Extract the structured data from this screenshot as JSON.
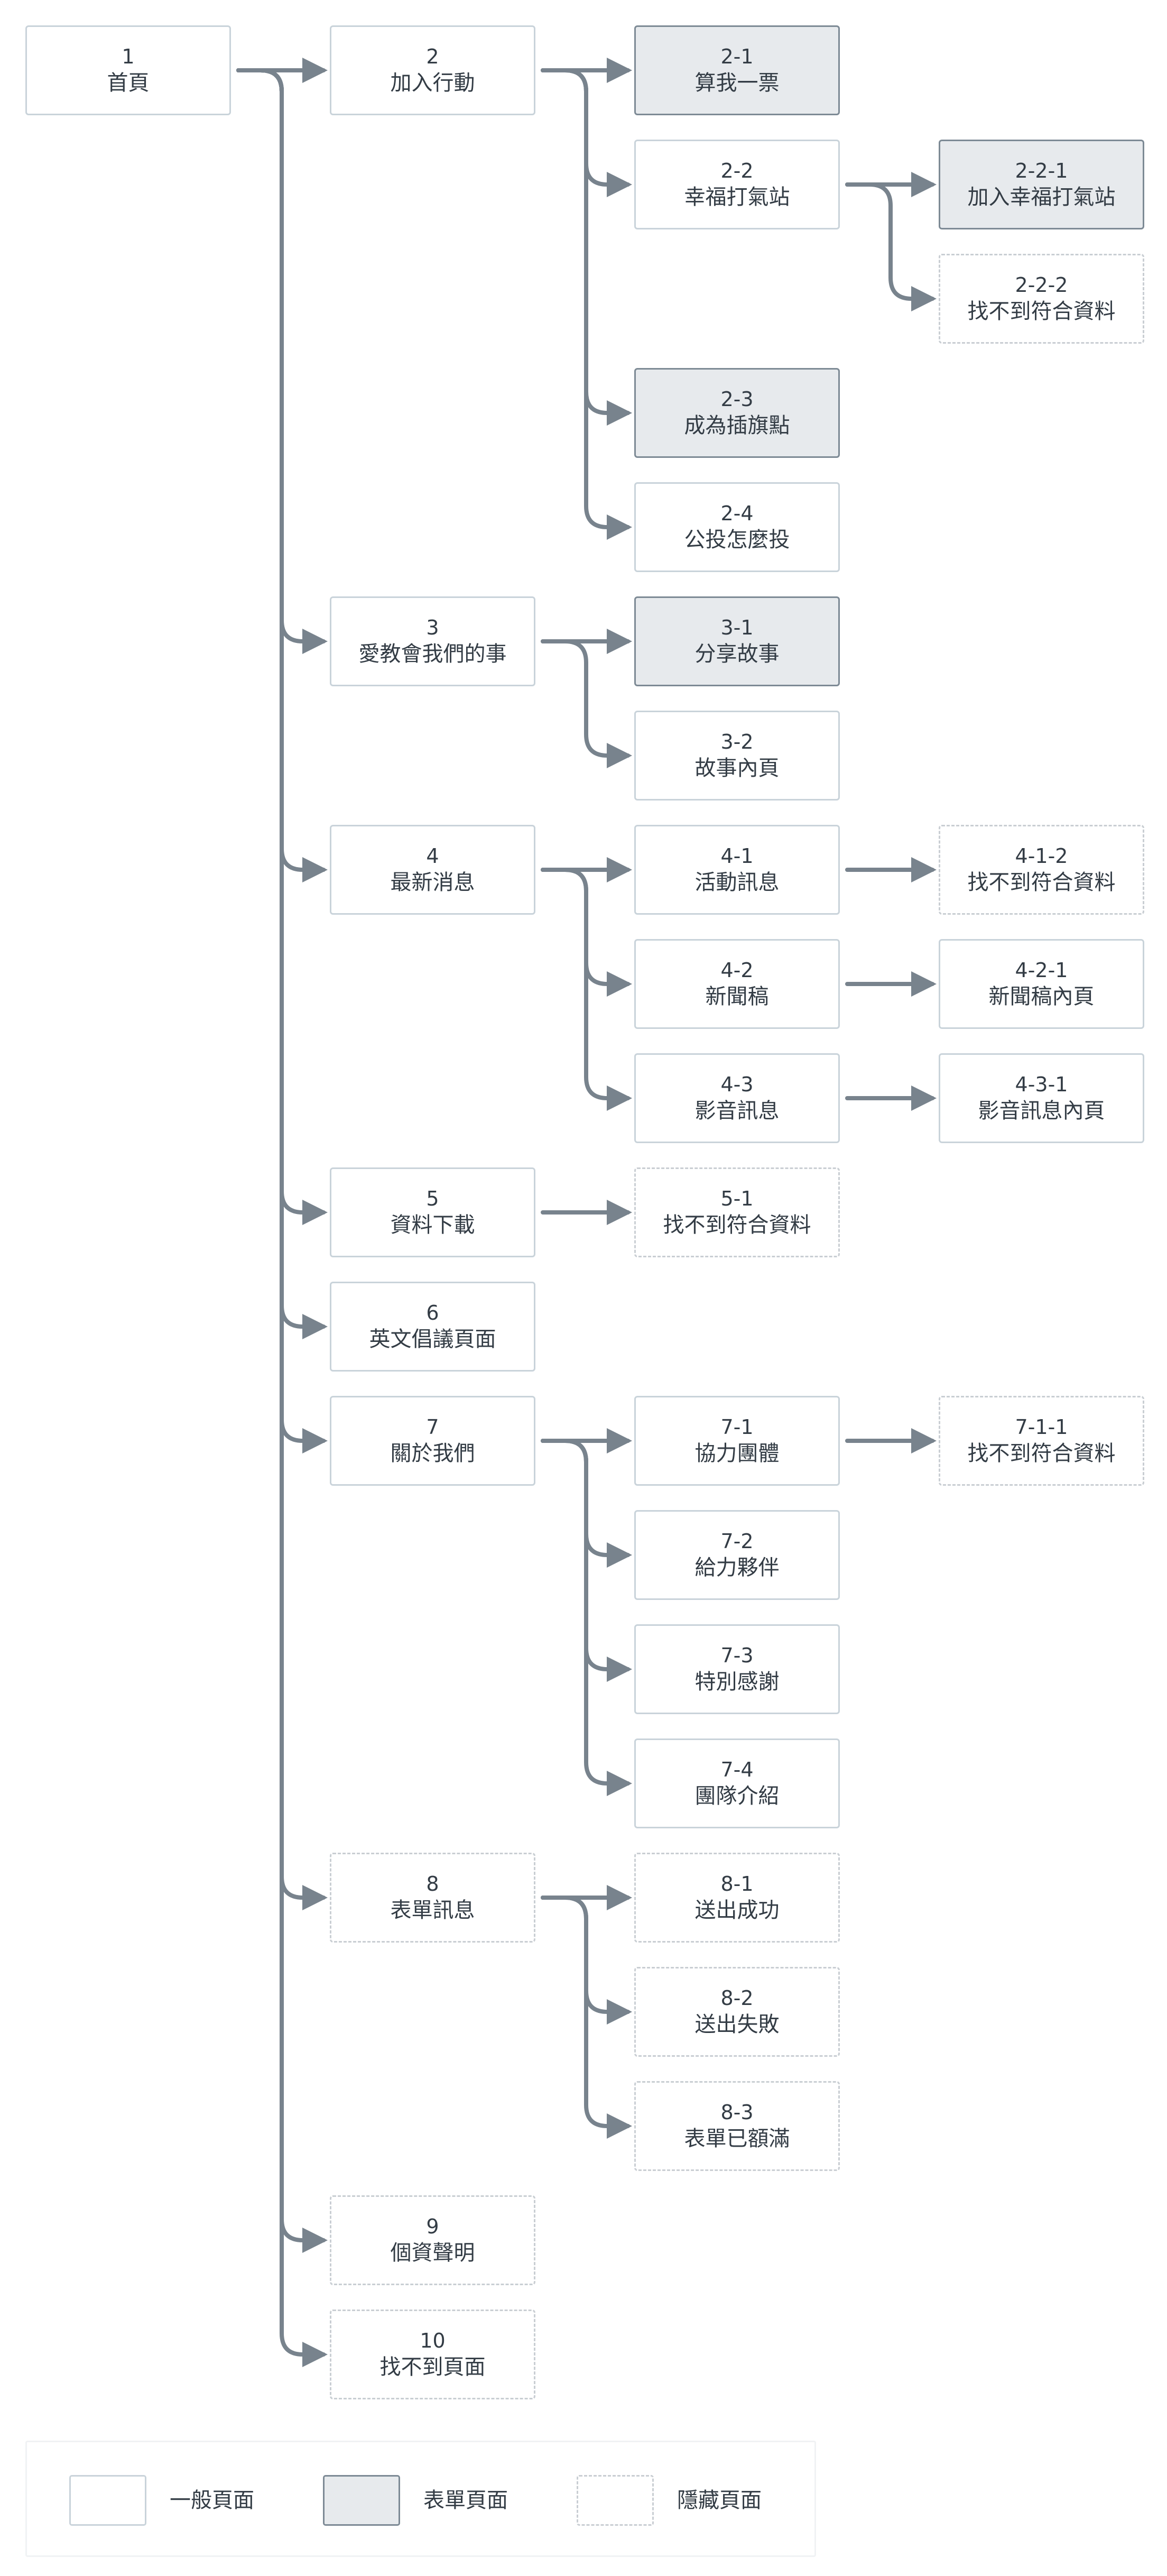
{
  "nodes": [
    {
      "key": "n1",
      "id": "1",
      "title": "首頁",
      "type": "normal"
    },
    {
      "key": "n2",
      "id": "2",
      "title": "加入行動",
      "type": "normal"
    },
    {
      "key": "n2-1",
      "id": "2-1",
      "title": "算我一票",
      "type": "form"
    },
    {
      "key": "n2-2",
      "id": "2-2",
      "title": "幸福打氣站",
      "type": "normal"
    },
    {
      "key": "n2-2-1",
      "id": "2-2-1",
      "title": "加入幸福打氣站",
      "type": "form"
    },
    {
      "key": "n2-2-2",
      "id": "2-2-2",
      "title": "找不到符合資料",
      "type": "hidden"
    },
    {
      "key": "n2-3",
      "id": "2-3",
      "title": "成為插旗點",
      "type": "form"
    },
    {
      "key": "n2-4",
      "id": "2-4",
      "title": "公投怎麼投",
      "type": "normal"
    },
    {
      "key": "n3",
      "id": "3",
      "title": "愛教會我們的事",
      "type": "normal"
    },
    {
      "key": "n3-1",
      "id": "3-1",
      "title": "分享故事",
      "type": "form"
    },
    {
      "key": "n3-2",
      "id": "3-2",
      "title": "故事內頁",
      "type": "normal"
    },
    {
      "key": "n4",
      "id": "4",
      "title": "最新消息",
      "type": "normal"
    },
    {
      "key": "n4-1",
      "id": "4-1",
      "title": "活動訊息",
      "type": "normal"
    },
    {
      "key": "n4-1-2",
      "id": "4-1-2",
      "title": "找不到符合資料",
      "type": "hidden"
    },
    {
      "key": "n4-2",
      "id": "4-2",
      "title": "新聞稿",
      "type": "normal"
    },
    {
      "key": "n4-2-1",
      "id": "4-2-1",
      "title": "新聞稿內頁",
      "type": "normal"
    },
    {
      "key": "n4-3",
      "id": "4-3",
      "title": "影音訊息",
      "type": "normal"
    },
    {
      "key": "n4-3-1",
      "id": "4-3-1",
      "title": "影音訊息內頁",
      "type": "normal"
    },
    {
      "key": "n5",
      "id": "5",
      "title": "資料下載",
      "type": "normal"
    },
    {
      "key": "n5-1",
      "id": "5-1",
      "title": "找不到符合資料",
      "type": "hidden"
    },
    {
      "key": "n6",
      "id": "6",
      "title": "英文倡議頁面",
      "type": "normal"
    },
    {
      "key": "n7",
      "id": "7",
      "title": "關於我們",
      "type": "normal"
    },
    {
      "key": "n7-1",
      "id": "7-1",
      "title": "協力團體",
      "type": "normal"
    },
    {
      "key": "n7-1-1",
      "id": "7-1-1",
      "title": "找不到符合資料",
      "type": "hidden"
    },
    {
      "key": "n7-2",
      "id": "7-2",
      "title": "給力夥伴",
      "type": "normal"
    },
    {
      "key": "n7-3",
      "id": "7-3",
      "title": "特別感謝",
      "type": "normal"
    },
    {
      "key": "n7-4",
      "id": "7-4",
      "title": "團隊介紹",
      "type": "normal"
    },
    {
      "key": "n8",
      "id": "8",
      "title": "表單訊息",
      "type": "hidden"
    },
    {
      "key": "n8-1",
      "id": "8-1",
      "title": "送出成功",
      "type": "hidden"
    },
    {
      "key": "n8-2",
      "id": "8-2",
      "title": "送出失敗",
      "type": "hidden"
    },
    {
      "key": "n8-3",
      "id": "8-3",
      "title": "表單已額滿",
      "type": "hidden"
    },
    {
      "key": "n9",
      "id": "9",
      "title": "個資聲明",
      "type": "hidden"
    },
    {
      "key": "n10",
      "id": "10",
      "title": "找不到頁面",
      "type": "hidden"
    }
  ],
  "edges": [
    {
      "from": "n1",
      "to": [
        "n2",
        "n3",
        "n4",
        "n5",
        "n6",
        "n7",
        "n8",
        "n9",
        "n10"
      ]
    },
    {
      "from": "n2",
      "to": [
        "n2-1",
        "n2-2",
        "n2-3",
        "n2-4"
      ]
    },
    {
      "from": "n2-2",
      "to": [
        "n2-2-1",
        "n2-2-2"
      ]
    },
    {
      "from": "n3",
      "to": [
        "n3-1",
        "n3-2"
      ]
    },
    {
      "from": "n4",
      "to": [
        "n4-1",
        "n4-2",
        "n4-3"
      ]
    },
    {
      "from": "n4-1",
      "to": [
        "n4-1-2"
      ]
    },
    {
      "from": "n4-2",
      "to": [
        "n4-2-1"
      ]
    },
    {
      "from": "n4-3",
      "to": [
        "n4-3-1"
      ]
    },
    {
      "from": "n5",
      "to": [
        "n5-1"
      ]
    },
    {
      "from": "n7",
      "to": [
        "n7-1",
        "n7-2",
        "n7-3",
        "n7-4"
      ]
    },
    {
      "from": "n7-1",
      "to": [
        "n7-1-1"
      ]
    },
    {
      "from": "n8",
      "to": [
        "n8-1",
        "n8-2",
        "n8-3"
      ]
    }
  ],
  "legend": {
    "normal_label": "一般頁面",
    "form_label": "表單頁面",
    "hidden_label": "隱藏頁面"
  },
  "colors": {
    "connector": "#78838d",
    "normal_border": "#c9d3da",
    "form_fill": "#e7eaed",
    "form_border": "#7d8a95",
    "hidden_border": "#c9ced3"
  }
}
